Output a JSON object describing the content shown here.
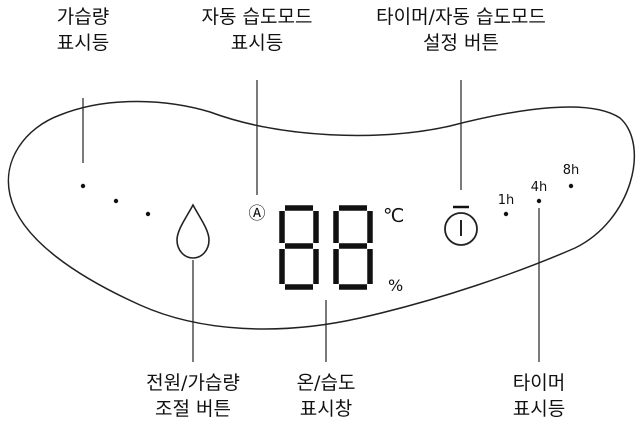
{
  "callouts": {
    "humidification_indicator": {
      "line1": "가습량",
      "line2": "표시등"
    },
    "auto_mode_indicator": {
      "line1": "자동 습도모드",
      "line2": "표시등"
    },
    "timer_auto_button": {
      "line1": "타이머/자동 습도모드",
      "line2": "설정 버튼"
    },
    "power_button": {
      "line1": "전원/가습량",
      "line2": "조절 버튼"
    },
    "display_window": {
      "line1": "온/습도",
      "line2": "표시창"
    },
    "timer_indicator": {
      "line1": "타이머",
      "line2": "표시등"
    }
  },
  "panel": {
    "auto_symbol": "Ⓐ",
    "display_digits": "88",
    "unit_celsius": "℃",
    "unit_percent": "%",
    "timer_1h": "1h",
    "timer_4h": "4h",
    "timer_8h": "8h"
  }
}
